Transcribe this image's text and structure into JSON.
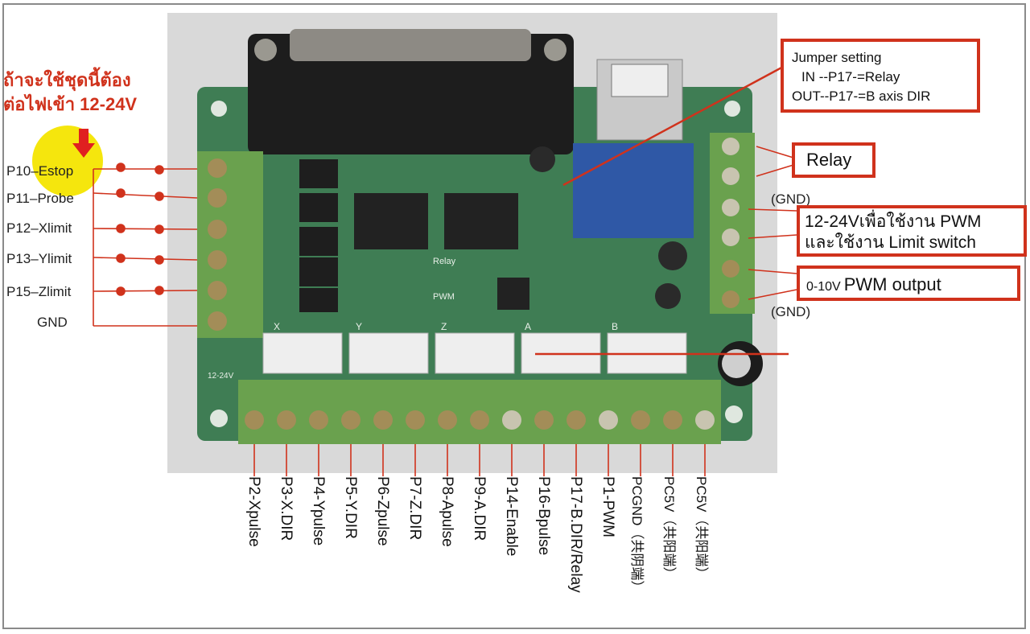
{
  "thai_note": {
    "line1": "ถ้าจะใช้ชุดนี้ต้อง",
    "line2": "ต่อไฟเข้า 12-24V"
  },
  "left_labels": [
    "P10–Estop",
    "P11–Probe",
    "P12–Xlimit",
    "P13–Ylimit",
    "P15–Zlimit",
    "GND"
  ],
  "jumper_box": {
    "title": "Jumper setting",
    "line1": "IN --P17-=Relay",
    "line2": "OUT--P17-=B axis DIR"
  },
  "relay_box": "Relay",
  "gnd_top": "(GND)",
  "gnd_bottom": "(GND)",
  "pwm_box": {
    "line1": "12-24Vเพื่อใช้งาน PWM",
    "line2": "และใช้งาน Limit switch"
  },
  "pwm_out_box": {
    "prefix": "0-10V",
    "text": "PWM output"
  },
  "bottom_labels": [
    "P2-Xpulse",
    "P3-X.DIR",
    "P4-Ypulse",
    "P5-Y.DIR",
    "P6-Zpulse",
    "P7-Z.DIR",
    "P8-Apulse",
    "P9-A.DIR",
    "P14-Enable",
    "P16-Bpulse",
    "P17-B.DIR/Relay",
    "P1-PWM",
    "PCGND（共阴端）",
    "PC5V（共阳端）",
    "PC5V（共阳端）"
  ],
  "board_text": {
    "relay_lbl": "Relay",
    "pwm_lbl": "PWM",
    "v_lbl": "12-24V",
    "axes": [
      "X",
      "Y",
      "Z",
      "A",
      "B"
    ]
  },
  "colors": {
    "accent": "#d0321c",
    "pcb": "#3f7d54",
    "terminal": "#6aa14e"
  }
}
